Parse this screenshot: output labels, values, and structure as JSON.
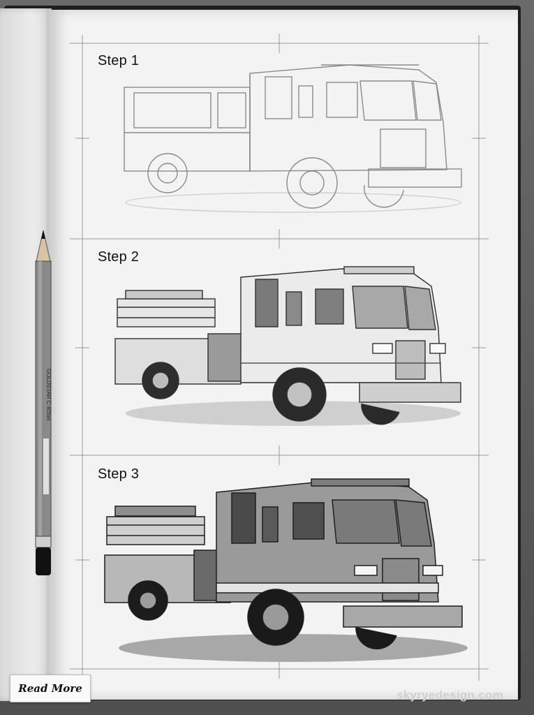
{
  "steps": [
    {
      "label": "Step 1"
    },
    {
      "label": "Step 2"
    },
    {
      "label": "Step 3"
    }
  ],
  "pencil": {
    "brand_text": "GOLDSTAR C #0Sm"
  },
  "read_more": {
    "label": "Read More"
  },
  "watermark": {
    "text": "skyryedesign.com"
  },
  "colors": {
    "paper": "#f3f3f3",
    "pencil_body": "#8a8a8a",
    "ink": "#222222"
  },
  "icons": [
    "fire-truck-sketch-icon",
    "pencil-icon"
  ]
}
